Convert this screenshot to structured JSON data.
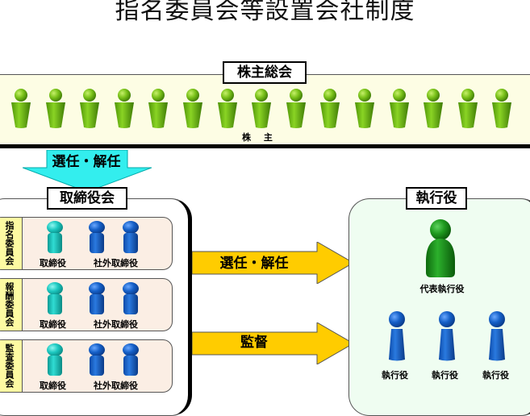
{
  "title": "指名委員会等設置会社制度",
  "shareholders_meeting": {
    "label": "株主総会",
    "caption": "株 主",
    "shareholder_count": 15
  },
  "election_arrow_down": {
    "label": "選任・解任"
  },
  "board": {
    "label": "取締役会",
    "committees": [
      {
        "name": "指名委員会",
        "members": [
          {
            "label": "取締役"
          },
          {
            "label": "社外取締役"
          }
        ]
      },
      {
        "name": "報酬委員会",
        "members": [
          {
            "label": "取締役"
          },
          {
            "label": "社外取締役"
          }
        ]
      },
      {
        "name": "監査委員会",
        "members": [
          {
            "label": "取締役"
          },
          {
            "label": "社外取締役"
          }
        ]
      }
    ]
  },
  "arrows_right": [
    {
      "label": "選任・解任"
    },
    {
      "label": "監督"
    }
  ],
  "executives": {
    "label": "執行役",
    "representative": "代表執行役",
    "officers": [
      "執行役",
      "執行役",
      "執行役"
    ]
  },
  "colors": {
    "shareholder_green": "#7ac21a",
    "ceo_green": "#1f9a1f",
    "director_teal": "#1cc8c0",
    "outside_director_blue": "#1560c8",
    "arrow_yellow": "#ffcc00",
    "arrow_cyan": "#33eeee",
    "band_bg": "#fdfde4",
    "committee_bg": "#fbeee4",
    "committee_side_bg": "#fdfaa2",
    "exec_bg": "#effdf1"
  }
}
